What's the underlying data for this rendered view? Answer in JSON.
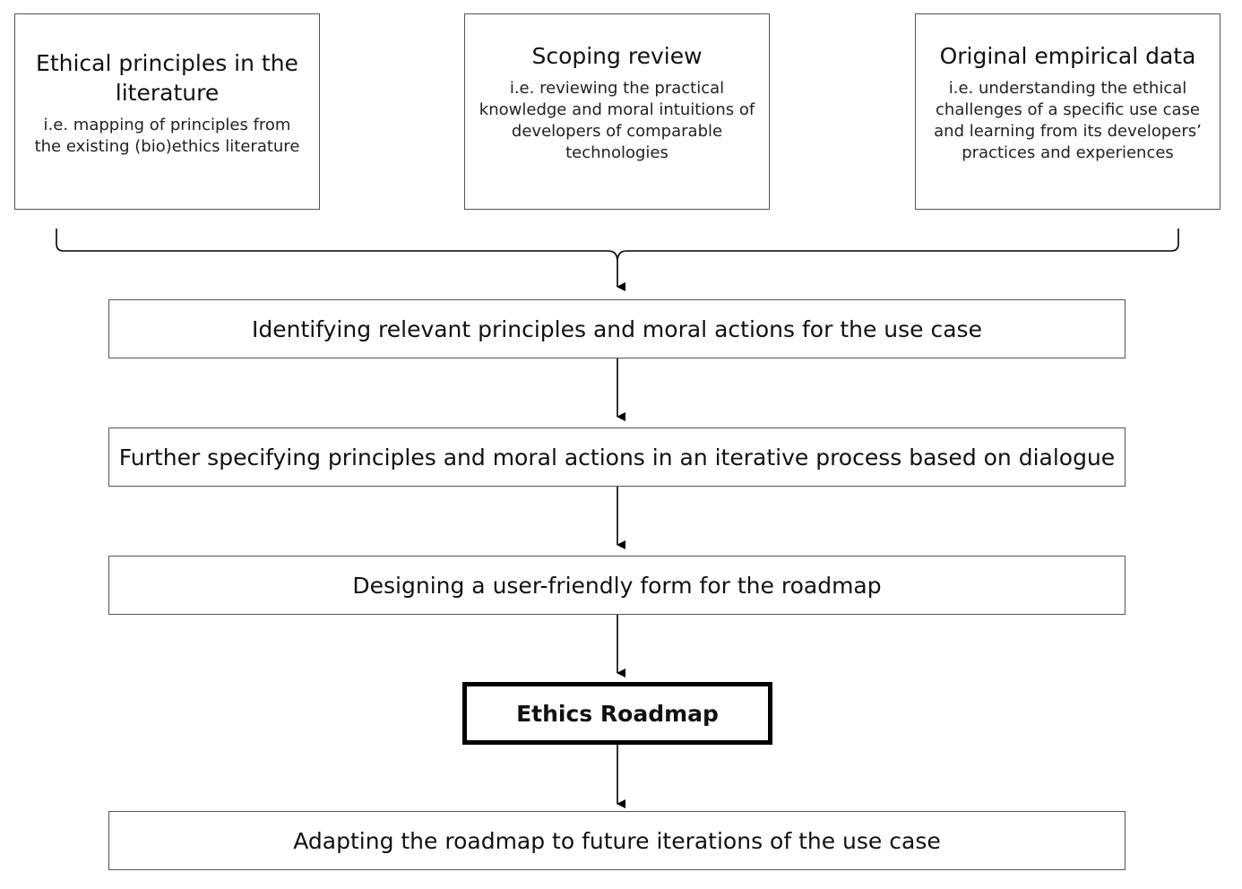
{
  "sources": [
    {
      "title": "Ethical principles in the literature",
      "desc": "i.e. mapping of principles from the existing (bio)ethics literature"
    },
    {
      "title": "Scoping review",
      "desc": "i.e. reviewing the practical knowledge and moral intuitions of developers of comparable technologies"
    },
    {
      "title": "Original empirical data",
      "desc": "i.e. understanding the ethical challenges of a specific use case and learning from its developers’ practices and experiences"
    }
  ],
  "steps": {
    "identify": "Identifying relevant principles and moral actions for the use case",
    "specify": "Further specifying principles and moral actions in an iterative process based on dialogue",
    "design": "Designing a user-friendly form for the roadmap",
    "adapt": "Adapting the roadmap to future iterations of the use case"
  },
  "roadmap": "Ethics Roadmap"
}
